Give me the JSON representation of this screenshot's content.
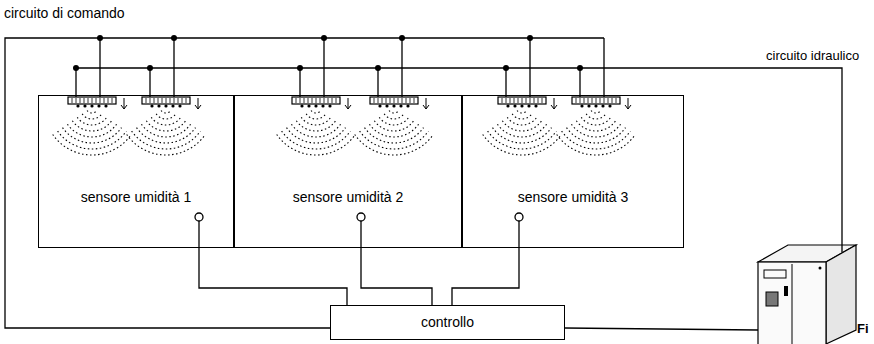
{
  "diagram": {
    "nodes": [
      {
        "text": [
          "sensore umidità 1"
        ]
      },
      {
        "text": [
          "sensore umidità 2"
        ]
      },
      {
        "text": [
          "sensore umidità 3"
        ]
      },
      {
        "text": [
          "controllo"
        ]
      }
    ],
    "edges": [
      {
        "from": 0,
        "to": 3,
        "arrow": "none"
      },
      {
        "from": 1,
        "to": 3,
        "arrow": "none"
      },
      {
        "from": 2,
        "to": 3,
        "arrow": "none"
      }
    ],
    "labels": [
      "circuito di comando",
      "circuito idraulico",
      "Fi"
    ]
  }
}
